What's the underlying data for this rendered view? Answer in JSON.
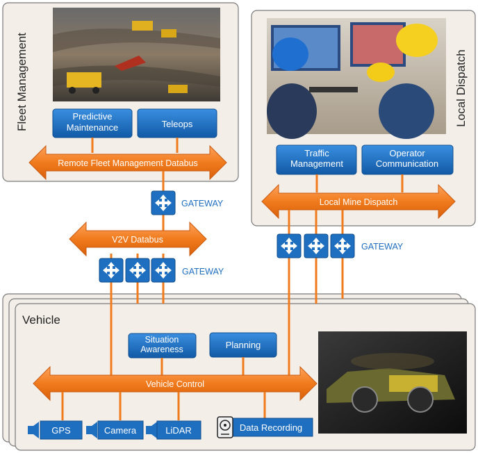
{
  "fleet_management": {
    "title": "Fleet Management",
    "buttons": {
      "predictive_maintenance": "Predictive Maintenance",
      "teleops": "Teleops"
    },
    "databus": "Remote Fleet Management Databus"
  },
  "local_dispatch": {
    "title": "Local Dispatch",
    "buttons": {
      "traffic_management": "Traffic Management",
      "operator_communication": "Operator Communication"
    },
    "databus": "Local Mine Dispatch"
  },
  "v2v": {
    "databus": "V2V Databus"
  },
  "gateways": {
    "label": "GATEWAY"
  },
  "vehicle": {
    "title": "Vehicle",
    "buttons": {
      "situation_awareness": "Situation Awareness",
      "planning": "Planning"
    },
    "databus": "Vehicle Control",
    "sensors": {
      "gps": "GPS",
      "camera": "Camera",
      "lidar": "LiDAR"
    },
    "data_recording": "Data Recording"
  },
  "colors": {
    "panel_fill": "#f3eee8",
    "panel_stroke": "#7a7a7a",
    "button_blue": "#1f6fc0",
    "arrow_orange": "#f07b1d",
    "gateway_label": "#1f6fc0"
  },
  "icons": {
    "gateway": "four-way-arrow-icon",
    "sensor": "speaker-shaped-sensor-icon",
    "recording": "hard-drive-icon"
  }
}
